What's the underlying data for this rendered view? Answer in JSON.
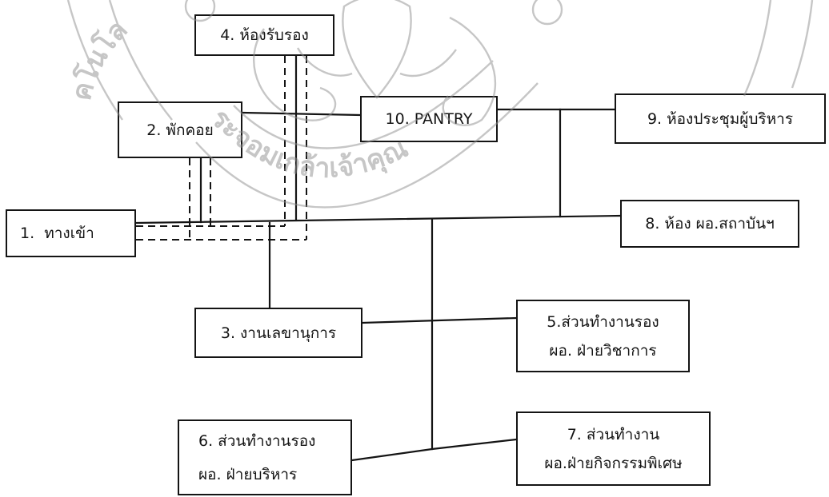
{
  "diagram": {
    "rooms": {
      "entrance": {
        "lines": [
          "1.  ทางเข้า"
        ]
      },
      "waiting": {
        "lines": [
          "2. พักคอย"
        ]
      },
      "secretariat": {
        "lines": [
          "3. งานเลขานุการ"
        ]
      },
      "reception": {
        "lines": [
          "4. ห้องรับรอง"
        ]
      },
      "deputy_academic": {
        "lines": [
          "5.ส่วนทำงานรอง",
          "ผอ. ฝ่ายวิชาการ"
        ]
      },
      "deputy_admin": {
        "lines": [
          "6. ส่วนทำงานรอง",
          "ผอ. ฝ่ายบริหาร"
        ]
      },
      "deputy_special": {
        "lines": [
          "7. ส่วนทำงาน",
          "ผอ.ฝ่ายกิจกรรมพิเศษ"
        ]
      },
      "director": {
        "lines": [
          "8. ห้อง ผอ.สถาบันฯ"
        ]
      },
      "executive_meeting": {
        "lines": [
          "9. ห้องประชุมผู้บริหาร"
        ]
      },
      "pantry": {
        "lines": [
          "10. PANTRY"
        ]
      }
    }
  },
  "watermark": {
    "seal_text_outer": "คโนโล",
    "seal_text_inner": "ระจอมเกล้าเจ้าคุณ"
  },
  "colors": {
    "ink": "#141414",
    "paper": "#ffffff",
    "watermark": "#8f8f8f"
  }
}
